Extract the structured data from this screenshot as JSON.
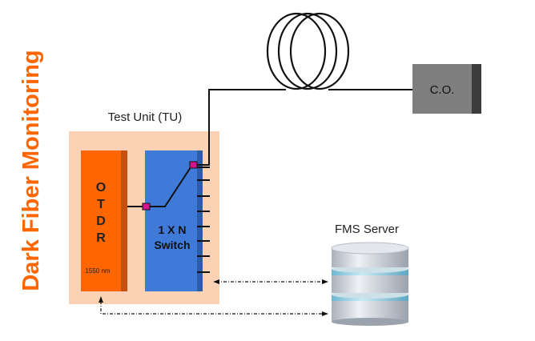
{
  "vertical_title": "Dark Fiber Monitoring",
  "test_unit": {
    "label": "Test Unit (TU)"
  },
  "otdr": {
    "letters": [
      "O",
      "T",
      "D",
      "R"
    ],
    "wavelength": "1550 nm"
  },
  "switch": {
    "line1": "1 X N",
    "line2": "Switch"
  },
  "co": {
    "label": "C.O."
  },
  "fms_server": {
    "label": "FMS Server"
  },
  "colors": {
    "title": "#ff6600",
    "tu_fill": "#fbd3b4",
    "otdr_front": "#ff6600",
    "otdr_side": "#c8500f",
    "switch_front": "#3f7ad8",
    "switch_side": "#2c5ea8",
    "connector": "#d4148c",
    "co_box": "#7f7f7f",
    "co_side": "#3b3b3b",
    "server_disk": "#cfd4dc",
    "server_band": "#8ecbe0"
  }
}
